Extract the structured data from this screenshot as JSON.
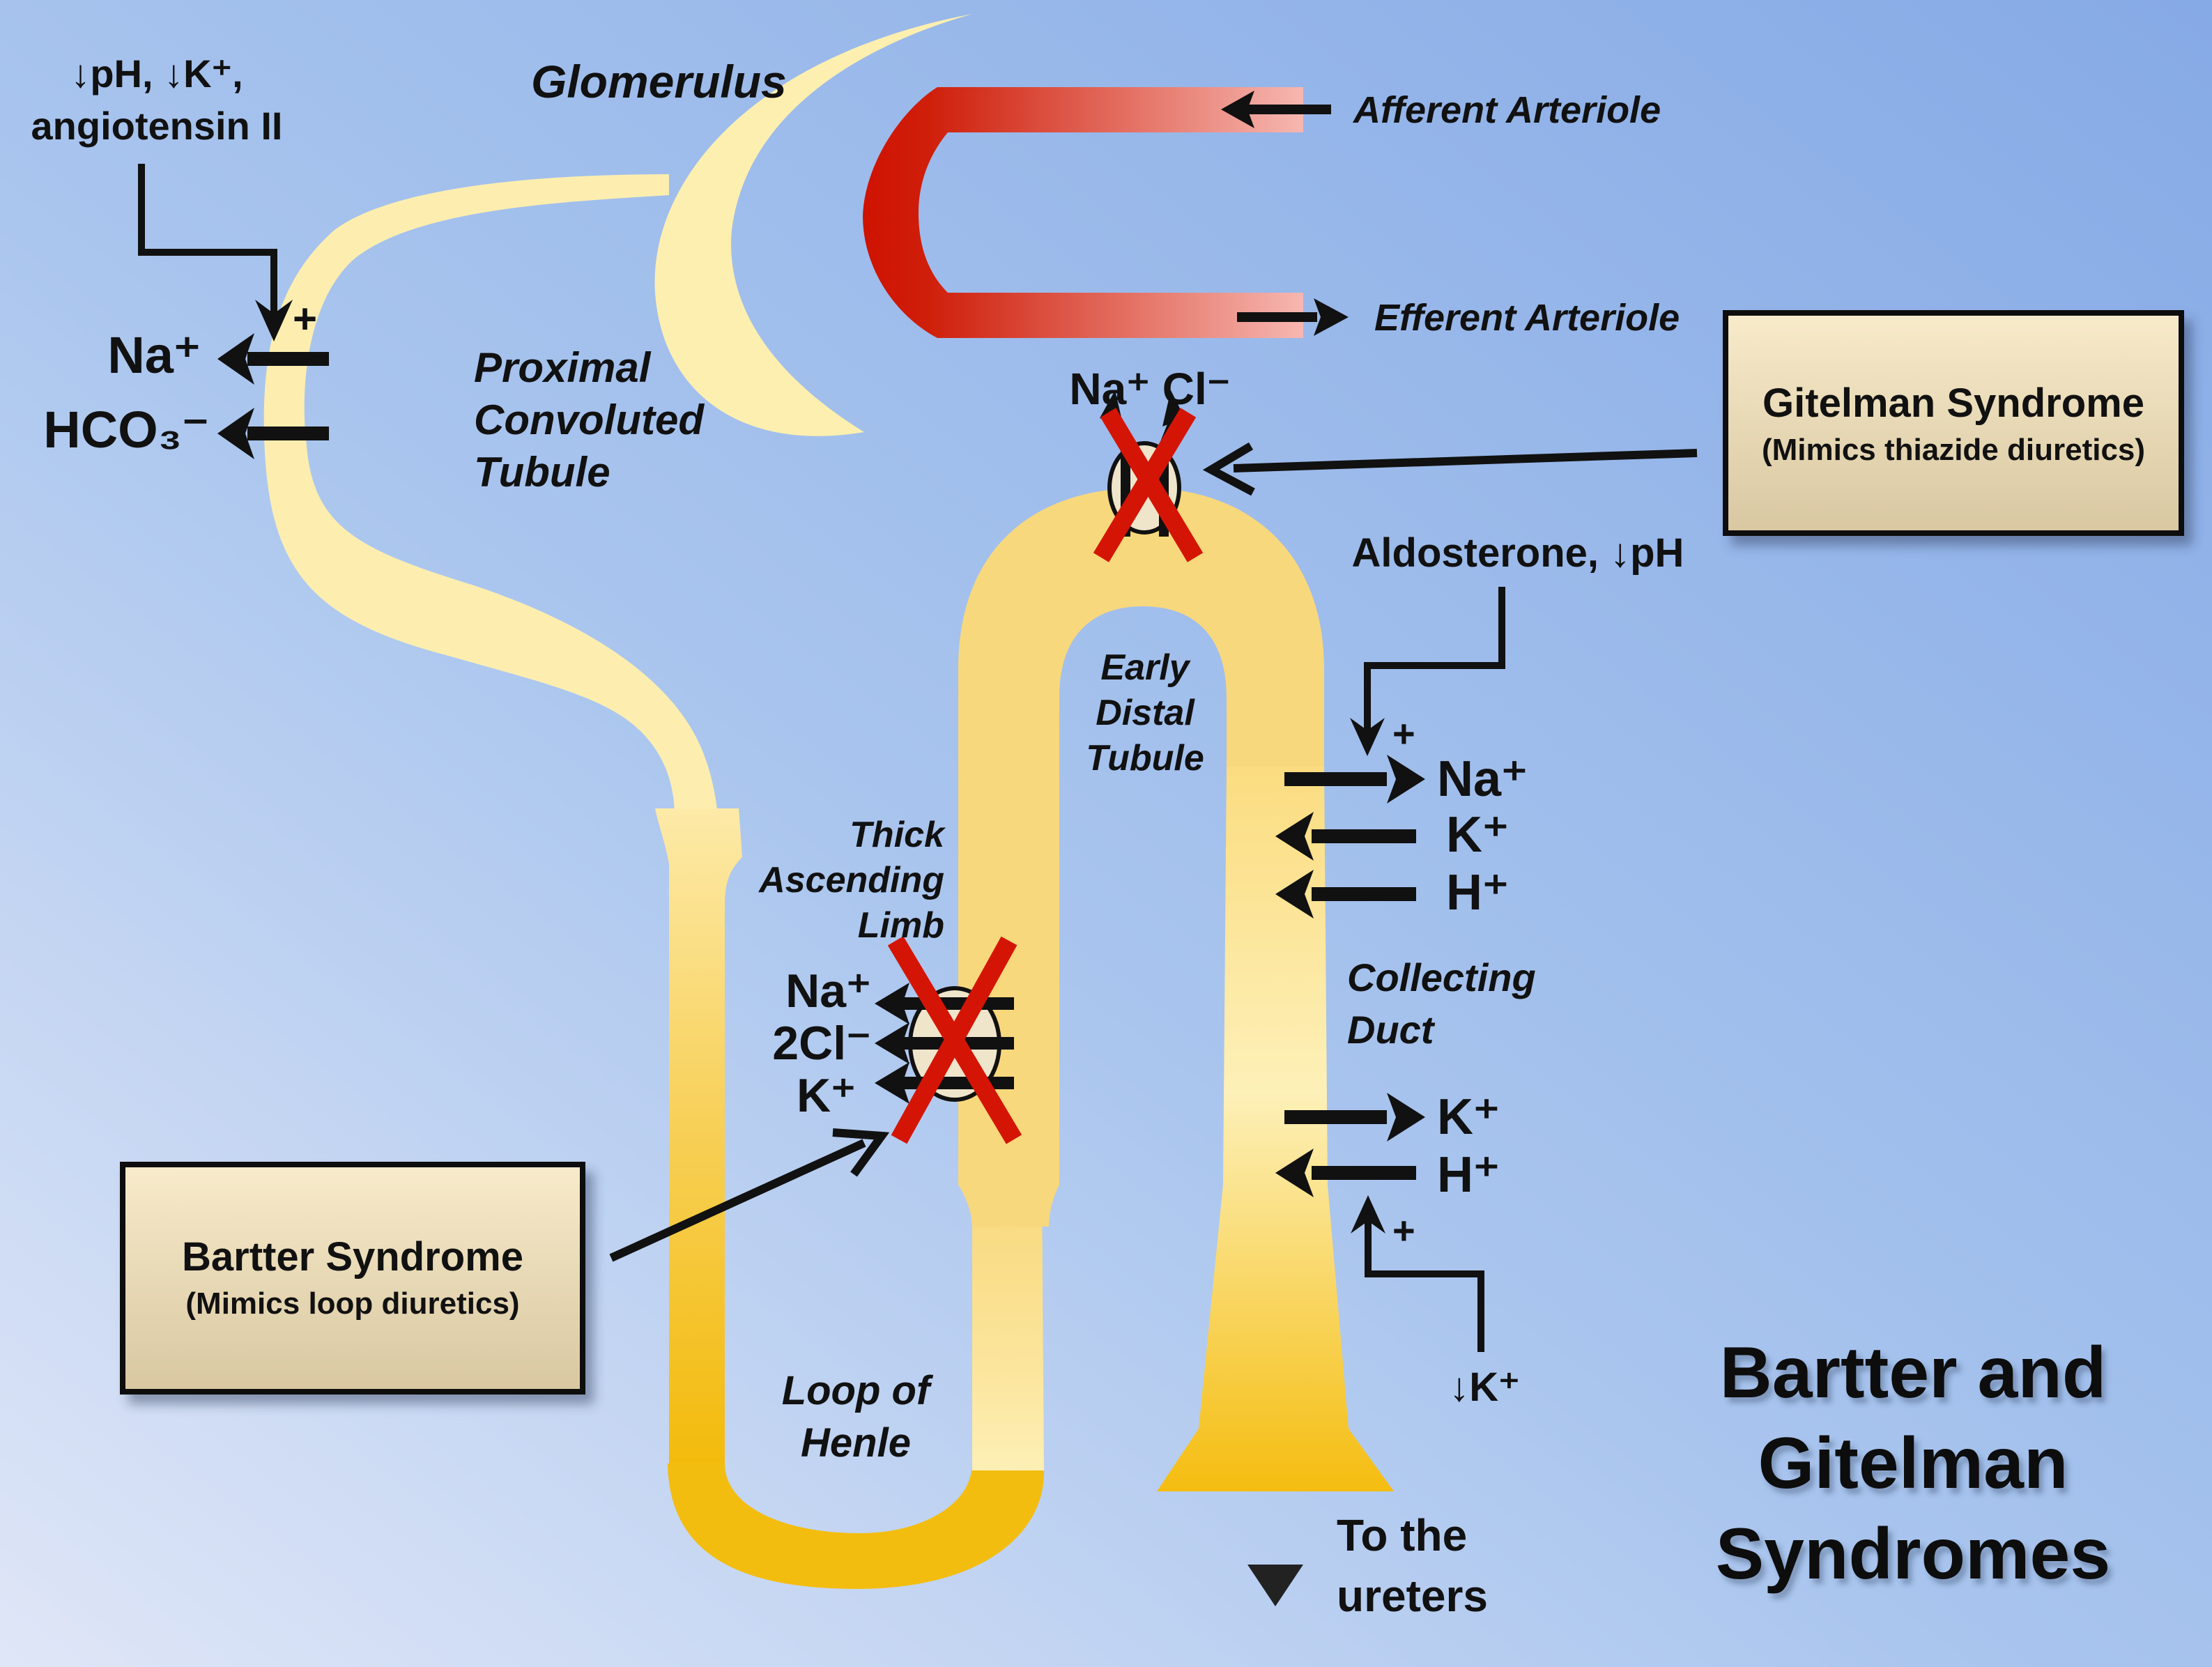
{
  "title": {
    "lines": [
      "Bartter and",
      "Gitelman",
      "Syndromes"
    ]
  },
  "structures": {
    "glomerulus": "Glomerulus",
    "pct": [
      "Proximal",
      "Convoluted",
      "Tubule"
    ],
    "afferent": "Afferent Arteriole",
    "efferent": "Efferent Arteriole",
    "early_distal": [
      "Early",
      "Distal",
      "Tubule"
    ],
    "thick_ascending": [
      "Thick",
      "Ascending",
      "Limb"
    ],
    "loop_of_henle": [
      "Loop of",
      "Henle"
    ],
    "collecting_duct": [
      "Collecting",
      "Duct"
    ],
    "ureters": [
      "To the",
      "ureters"
    ]
  },
  "pct_regulation": {
    "stimuli": [
      "↓pH, ↓K⁺,",
      "angiotensin II"
    ],
    "sign": "+",
    "ions": [
      {
        "label": "Na⁺",
        "direction": "out"
      },
      {
        "label": "HCO₃⁻",
        "direction": "out"
      }
    ]
  },
  "dct_transporter": {
    "ions": "Na⁺ Cl⁻",
    "blocked": true
  },
  "tal_transporter": {
    "ions": [
      "Na⁺",
      "2Cl⁻",
      "K⁺"
    ],
    "blocked": true
  },
  "collecting_duct_upper": {
    "stimuli": "Aldosterone, ↓pH",
    "sign": "+",
    "ions": [
      {
        "label": "Na⁺",
        "direction": "reabsorbed"
      },
      {
        "label": "K⁺",
        "direction": "secreted"
      },
      {
        "label": "H⁺",
        "direction": "secreted"
      }
    ]
  },
  "collecting_duct_lower": {
    "stimuli": "↓K⁺",
    "sign": "+",
    "ions": [
      {
        "label": "K⁺",
        "direction": "reabsorbed"
      },
      {
        "label": "H⁺",
        "direction": "secreted"
      }
    ]
  },
  "callouts": {
    "gitelman": {
      "title": "Gitelman Syndrome",
      "subtitle": "(Mimics thiazide diuretics)"
    },
    "bartter": {
      "title": "Bartter Syndrome",
      "subtitle": "(Mimics loop diuretics)"
    }
  },
  "colors": {
    "background": "#9bbbea",
    "tubule_light": "#fdeeb0",
    "tubule_dark": "#f5bf10",
    "arteriole": "#cf1200",
    "block_x": "#d41505",
    "callout_fill": "#f5e6c2"
  }
}
